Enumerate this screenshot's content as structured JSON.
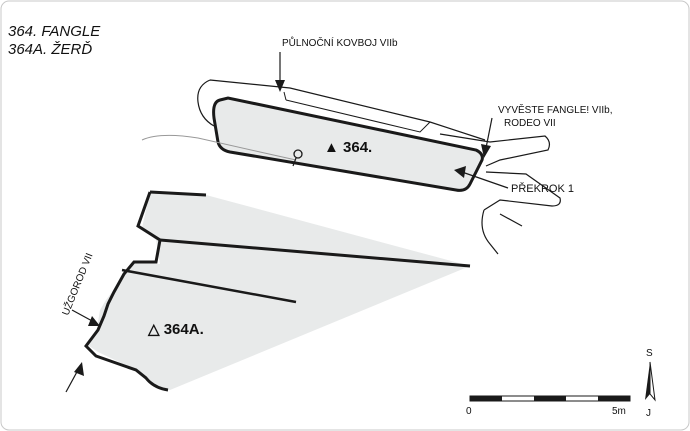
{
  "header": {
    "line1": "364. FANGLE",
    "line2": "364A. ŽERĎ"
  },
  "labels": {
    "top_route": "PŮLNOČNÍ KOVBOJ VIIb",
    "right_route_1": "VYVĚSTE FANGLE! VIIb,",
    "right_route_2": "RODEO VII",
    "traverse": "PŘEKROK 1",
    "left_route": "UŽGOROD VII",
    "block_364": "▲ 364.",
    "block_364a": "△ 364A."
  },
  "scale": {
    "start": "0",
    "end": "5m"
  },
  "compass": {
    "north": "S",
    "south": "J"
  },
  "colors": {
    "block_fill": "#e8eaea",
    "outline": "#1a1a1a",
    "frame": "#c8c8c8"
  }
}
